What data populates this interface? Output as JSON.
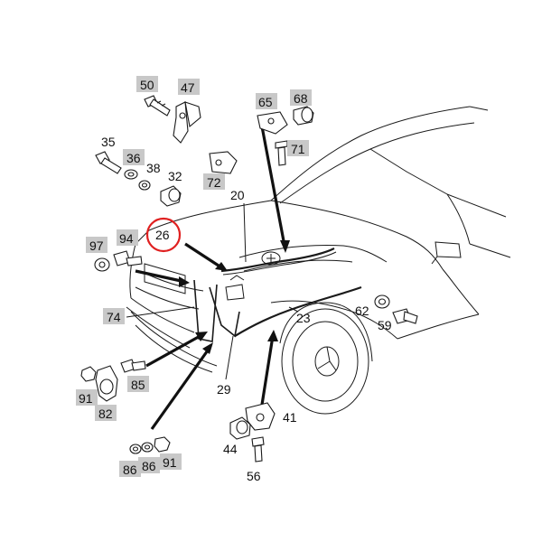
{
  "diagram": {
    "highlight_fill": "#c8c8c8",
    "circle_color": "#e02020",
    "callouts": {
      "c50": "50",
      "c47": "47",
      "c65": "65",
      "c68": "68",
      "c71": "71",
      "c35": "35",
      "c36": "36",
      "c38": "38",
      "c32": "32",
      "c72": "72",
      "c20": "20",
      "c26": "26",
      "c97": "97",
      "c94": "94",
      "c74": "74",
      "c23": "23",
      "c62": "62",
      "c59": "59",
      "c91a": "91",
      "c85": "85",
      "c82": "82",
      "c29": "29",
      "c41": "41",
      "c44": "44",
      "c56": "56",
      "c86a": "86",
      "c86b": "86",
      "c91b": "91"
    }
  }
}
